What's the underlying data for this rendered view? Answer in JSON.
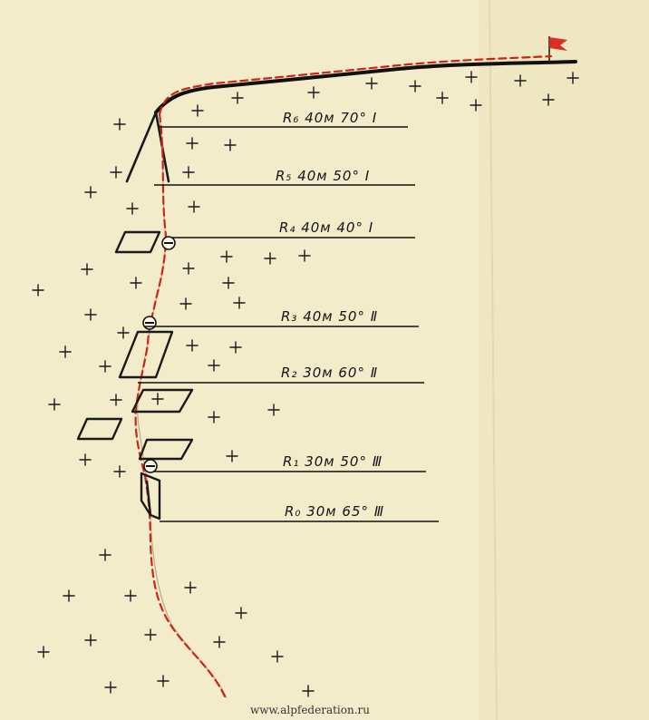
{
  "pitches": [
    {
      "id": "R6",
      "label": "R₆ 40м 70° Ⅰ"
    },
    {
      "id": "R5",
      "label": "R₅ 40м 50° Ⅰ"
    },
    {
      "id": "R4",
      "label": "R₄ 40м 40° Ⅰ"
    },
    {
      "id": "R3",
      "label": "R₃ 40м 50° Ⅱ"
    },
    {
      "id": "R2",
      "label": "R₂ 30м 60° Ⅱ"
    },
    {
      "id": "R1",
      "label": "R₁ 30м 50° Ⅲ"
    },
    {
      "id": "R0",
      "label": "R₀ 30м 65° Ⅲ"
    }
  ],
  "legend_symbols": {
    "terrain": "plus-sign-scree",
    "route": "red-dashed-line",
    "anchor": "circled-minus-anchor",
    "summit": "red-flag",
    "route_color": "#cc2418",
    "flag_color": "#d92f22"
  },
  "watermark": "www.alpfederation.ru"
}
